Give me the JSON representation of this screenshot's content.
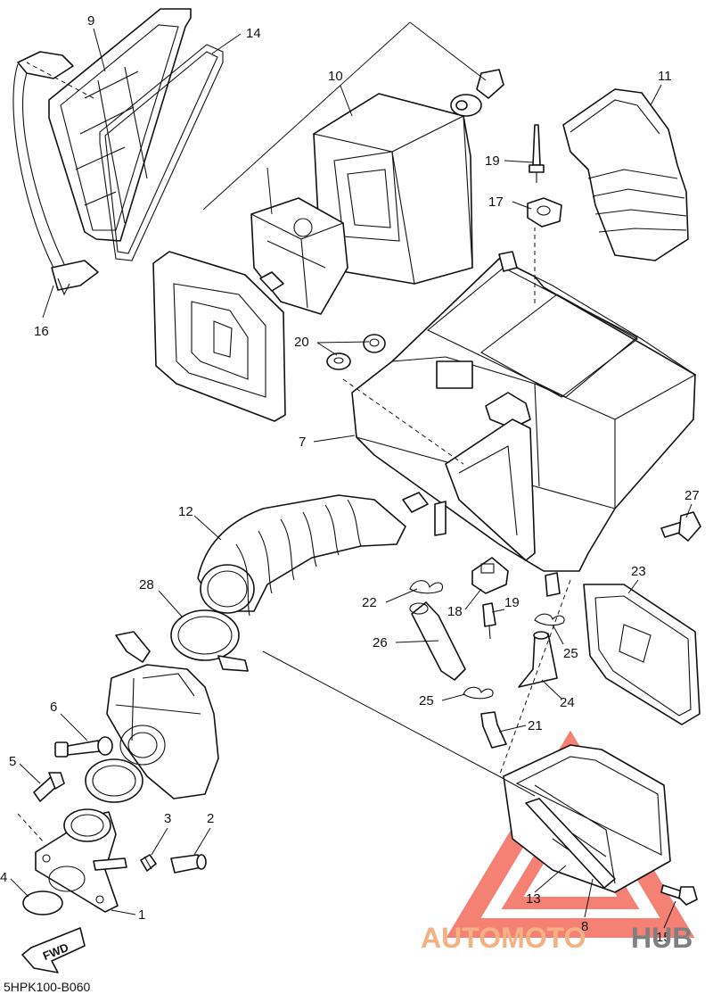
{
  "diagram_code": "5HPK100-B060",
  "fwd_label": "FWD",
  "watermark": {
    "part1": "AUTOMOTO",
    "part2": "HUB",
    "color1": "#f4b183",
    "color2": "#7f7f7f",
    "triangle_color": "#f26b5b"
  },
  "callouts": [
    {
      "id": "9",
      "text": "9"
    },
    {
      "id": "14",
      "text": "14"
    },
    {
      "id": "16",
      "text": "16"
    },
    {
      "id": "10",
      "text": "10"
    },
    {
      "id": "11",
      "text": "11"
    },
    {
      "id": "19a",
      "text": "19"
    },
    {
      "id": "17",
      "text": "17"
    },
    {
      "id": "20",
      "text": "20"
    },
    {
      "id": "7",
      "text": "7"
    },
    {
      "id": "12",
      "text": "12"
    },
    {
      "id": "27",
      "text": "27"
    },
    {
      "id": "28",
      "text": "28"
    },
    {
      "id": "23",
      "text": "23"
    },
    {
      "id": "22",
      "text": "22"
    },
    {
      "id": "18",
      "text": "18"
    },
    {
      "id": "19b",
      "text": "19"
    },
    {
      "id": "26",
      "text": "26"
    },
    {
      "id": "25a",
      "text": "25"
    },
    {
      "id": "24",
      "text": "24"
    },
    {
      "id": "25b",
      "text": "25"
    },
    {
      "id": "21",
      "text": "21"
    },
    {
      "id": "6",
      "text": "6"
    },
    {
      "id": "5",
      "text": "5"
    },
    {
      "id": "3",
      "text": "3"
    },
    {
      "id": "2",
      "text": "2"
    },
    {
      "id": "4",
      "text": "4"
    },
    {
      "id": "1",
      "text": "1"
    },
    {
      "id": "13",
      "text": "13"
    },
    {
      "id": "8",
      "text": "8"
    },
    {
      "id": "15",
      "text": "15"
    }
  ]
}
